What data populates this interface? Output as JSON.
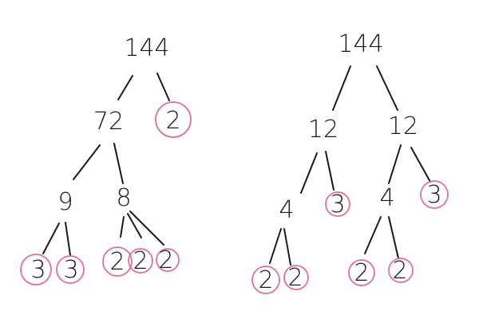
{
  "diagram": {
    "type": "factor-trees",
    "colors": {
      "ink": "#1a1a1a",
      "prime_circle": "#e0738f",
      "background": "#ffffff"
    },
    "trees": [
      {
        "root": "144",
        "nodes": {
          "root": "144",
          "n72": "72",
          "p2a": "2",
          "n9": "9",
          "n8": "8",
          "p3a": "3",
          "p3b": "3",
          "p2b": "2",
          "p2c": "2",
          "p2d": "2"
        }
      },
      {
        "root": "144",
        "nodes": {
          "root": "144",
          "n12a": "12",
          "n12b": "12",
          "n4a": "4",
          "p3a": "3",
          "n4b": "4",
          "p3b": "3",
          "p2a": "2",
          "p2b": "2",
          "p2c": "2",
          "p2d": "2"
        }
      }
    ]
  }
}
